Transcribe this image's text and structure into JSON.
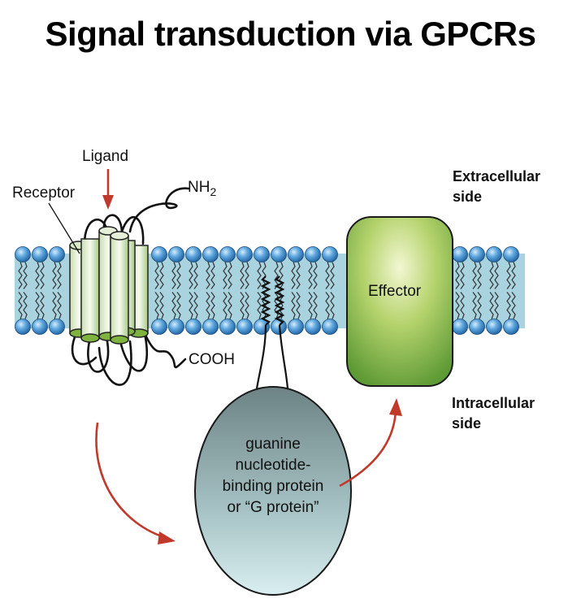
{
  "title": "Signal transduction via GPCRs",
  "labels": {
    "ligand": "Ligand",
    "receptor": "Receptor",
    "nh2_main": "NH",
    "nh2_sub": "2",
    "cooh": "COOH",
    "effector": "Effector",
    "extracellular_1": "Extracellular",
    "extracellular_2": "side",
    "intracellular_1": "Intracellular",
    "intracellular_2": "side",
    "gprotein_lines": [
      "guanine",
      "nucleotide-",
      "binding protein",
      "or “G protein”"
    ]
  },
  "colors": {
    "membrane": "#a9d3df",
    "lipid_head": "#4a90d0",
    "helix_green": "#7fb33f",
    "effector_green": "#7ab24a",
    "gprotein_gray": "#8aa3a6",
    "arrow_red": "#c0392b"
  }
}
